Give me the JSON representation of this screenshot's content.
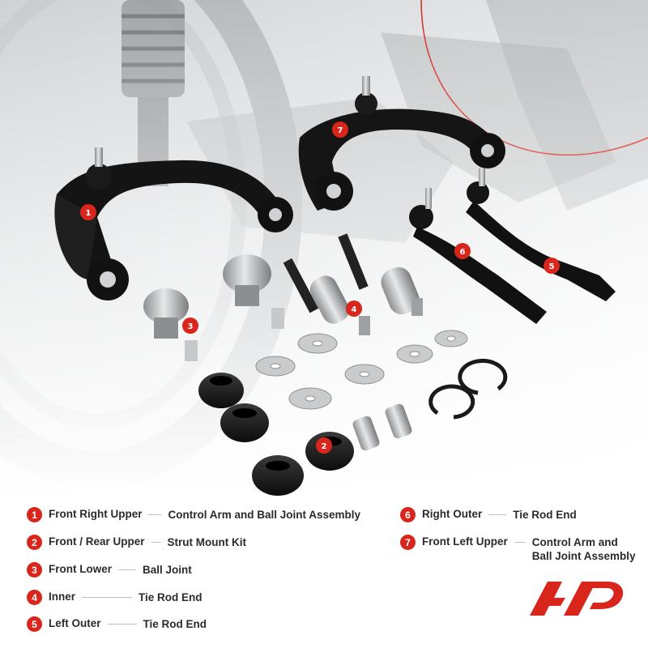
{
  "legend": {
    "items": [
      {
        "num": "1",
        "position": "Front Right Upper",
        "part": "Control Arm and Ball Joint Assembly"
      },
      {
        "num": "2",
        "position": "Front / Rear Upper",
        "part": "Strut Mount Kit"
      },
      {
        "num": "3",
        "position": "Front Lower",
        "part": "Ball Joint"
      },
      {
        "num": "4",
        "position": "Inner",
        "part": "Tie Rod End"
      },
      {
        "num": "5",
        "position": "Left Outer",
        "part": "Tie Rod End"
      },
      {
        "num": "6",
        "position": "Right Outer",
        "part": "Tie Rod End"
      },
      {
        "num": "7",
        "position": "Front Left Upper",
        "part_line1": "Control Arm and",
        "part_line2": "Ball Joint Assembly"
      }
    ]
  },
  "callouts": [
    "1",
    "2",
    "3",
    "4",
    "5",
    "6",
    "7"
  ],
  "colors": {
    "accent": "#d8261c",
    "text": "#2b2b2b",
    "rule": "#bdbdbd"
  },
  "brand": {
    "logo": "ap-logo"
  }
}
